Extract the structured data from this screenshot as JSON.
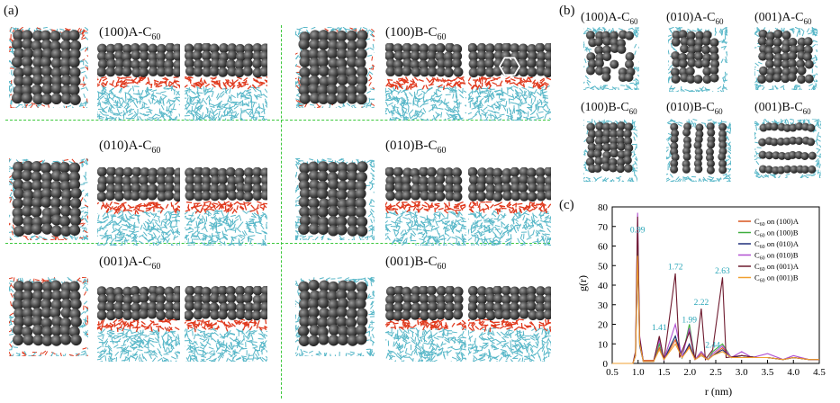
{
  "panels": {
    "a": "(a)",
    "b": "(b)",
    "c": "(c)"
  },
  "panel_a": {
    "labels": [
      {
        "base": "(100)A-C",
        "sub": "60"
      },
      {
        "base": "(100)B-C",
        "sub": "60"
      },
      {
        "base": "(010)A-C",
        "sub": "60"
      },
      {
        "base": "(010)B-C",
        "sub": "60"
      },
      {
        "base": "(001)A-C",
        "sub": "60"
      },
      {
        "base": "(001)B-C",
        "sub": "60"
      }
    ]
  },
  "panel_b": {
    "labels": [
      {
        "base": "(100)A-C",
        "sub": "60"
      },
      {
        "base": "(010)A-C",
        "sub": "60"
      },
      {
        "base": "(001)A-C",
        "sub": "60"
      },
      {
        "base": "(100)B-C",
        "sub": "60"
      },
      {
        "base": "(010)B-C",
        "sub": "60"
      },
      {
        "base": "(001)B-C",
        "sub": "60"
      }
    ]
  },
  "colors": {
    "c60": "#4a4a4a",
    "interface": "#e03a1e",
    "substrate": "#58b7c8",
    "divider": "#3cc83c"
  },
  "chart_data": {
    "type": "line",
    "xlabel": "r (nm)",
    "ylabel": "g(r)",
    "xlim": [
      0.5,
      4.5
    ],
    "ylim": [
      0,
      80
    ],
    "xticks": [
      "0.5",
      "1.0",
      "1.5",
      "2.0",
      "2.5",
      "3.0",
      "3.5",
      "4.0",
      "4.5"
    ],
    "yticks": [
      "0",
      "10",
      "20",
      "30",
      "40",
      "50",
      "60",
      "70",
      "80"
    ],
    "series": [
      {
        "name": "C60 on (100)A",
        "label_base": "C",
        "label_sub": "60",
        "label_rest": " on (100)A",
        "color": "#d9541e",
        "points": [
          [
            0.5,
            0
          ],
          [
            0.9,
            0
          ],
          [
            0.95,
            4
          ],
          [
            0.99,
            58
          ],
          [
            1.03,
            10
          ],
          [
            1.1,
            1.5
          ],
          [
            1.3,
            1.5
          ],
          [
            1.41,
            8
          ],
          [
            1.5,
            2
          ],
          [
            1.72,
            12
          ],
          [
            1.85,
            3
          ],
          [
            1.99,
            9
          ],
          [
            2.1,
            2
          ],
          [
            2.22,
            5
          ],
          [
            2.35,
            2
          ],
          [
            2.44,
            4
          ],
          [
            2.63,
            8
          ],
          [
            2.8,
            3
          ],
          [
            3.0,
            4
          ],
          [
            3.3,
            3
          ],
          [
            3.5,
            3
          ],
          [
            3.8,
            2
          ],
          [
            4.0,
            3
          ],
          [
            4.3,
            2
          ],
          [
            4.5,
            2
          ]
        ]
      },
      {
        "name": "C60 on (100)B",
        "label_base": "C",
        "label_sub": "60",
        "label_rest": " on (100)B",
        "color": "#3fae3f",
        "points": [
          [
            0.5,
            0
          ],
          [
            0.9,
            0
          ],
          [
            0.95,
            5
          ],
          [
            0.99,
            66
          ],
          [
            1.03,
            12
          ],
          [
            1.1,
            1
          ],
          [
            1.3,
            1
          ],
          [
            1.41,
            10
          ],
          [
            1.5,
            2
          ],
          [
            1.72,
            14
          ],
          [
            1.85,
            3
          ],
          [
            1.99,
            20
          ],
          [
            2.1,
            2
          ],
          [
            2.22,
            6
          ],
          [
            2.35,
            2
          ],
          [
            2.44,
            6
          ],
          [
            2.63,
            10
          ],
          [
            2.8,
            3
          ],
          [
            3.0,
            4
          ],
          [
            3.3,
            3
          ],
          [
            3.5,
            3
          ],
          [
            3.8,
            2
          ],
          [
            4.0,
            3
          ],
          [
            4.3,
            2
          ],
          [
            4.5,
            2
          ]
        ]
      },
      {
        "name": "C60 on (010)A",
        "label_base": "C",
        "label_sub": "60",
        "label_rest": " on (010)A",
        "color": "#1f2f7a",
        "points": [
          [
            0.5,
            0
          ],
          [
            0.9,
            0
          ],
          [
            0.95,
            4
          ],
          [
            0.99,
            52
          ],
          [
            1.03,
            9
          ],
          [
            1.1,
            1
          ],
          [
            1.3,
            1
          ],
          [
            1.41,
            13
          ],
          [
            1.5,
            2
          ],
          [
            1.72,
            14
          ],
          [
            1.85,
            3
          ],
          [
            1.99,
            10
          ],
          [
            2.1,
            2
          ],
          [
            2.22,
            4
          ],
          [
            2.35,
            2
          ],
          [
            2.44,
            4
          ],
          [
            2.63,
            7
          ],
          [
            2.8,
            3
          ],
          [
            3.0,
            4
          ],
          [
            3.3,
            3
          ],
          [
            3.5,
            3
          ],
          [
            3.8,
            2
          ],
          [
            4.0,
            3
          ],
          [
            4.3,
            2
          ],
          [
            4.5,
            2
          ]
        ]
      },
      {
        "name": "C60 on (010)B",
        "label_base": "C",
        "label_sub": "60",
        "label_rest": " on (010)B",
        "color": "#b04ed0",
        "points": [
          [
            0.5,
            0
          ],
          [
            0.9,
            0
          ],
          [
            0.95,
            6
          ],
          [
            0.99,
            77
          ],
          [
            1.03,
            14
          ],
          [
            1.1,
            1
          ],
          [
            1.3,
            1
          ],
          [
            1.41,
            12
          ],
          [
            1.5,
            2
          ],
          [
            1.72,
            20
          ],
          [
            1.85,
            3
          ],
          [
            1.99,
            18
          ],
          [
            2.1,
            2
          ],
          [
            2.22,
            6
          ],
          [
            2.35,
            2
          ],
          [
            2.44,
            5
          ],
          [
            2.63,
            9
          ],
          [
            2.8,
            3
          ],
          [
            3.0,
            6
          ],
          [
            3.2,
            3
          ],
          [
            3.5,
            5
          ],
          [
            3.8,
            2
          ],
          [
            4.0,
            4
          ],
          [
            4.3,
            2
          ],
          [
            4.5,
            2
          ]
        ]
      },
      {
        "name": "C60 on (001)A",
        "label_base": "C",
        "label_sub": "60",
        "label_rest": " on (001)A",
        "color": "#6e1a2e",
        "points": [
          [
            0.5,
            0
          ],
          [
            0.9,
            0
          ],
          [
            0.95,
            6
          ],
          [
            0.99,
            75
          ],
          [
            1.03,
            13
          ],
          [
            1.1,
            1
          ],
          [
            1.3,
            1
          ],
          [
            1.41,
            14
          ],
          [
            1.5,
            2
          ],
          [
            1.72,
            46
          ],
          [
            1.8,
            3
          ],
          [
            1.99,
            16
          ],
          [
            2.1,
            2
          ],
          [
            2.22,
            28
          ],
          [
            2.3,
            2
          ],
          [
            2.44,
            7
          ],
          [
            2.63,
            44
          ],
          [
            2.7,
            3
          ],
          [
            3.0,
            4
          ],
          [
            3.3,
            3
          ],
          [
            3.5,
            3
          ],
          [
            3.8,
            2
          ],
          [
            4.0,
            3
          ],
          [
            4.3,
            2
          ],
          [
            4.5,
            2
          ]
        ]
      },
      {
        "name": "C60 on (001)B",
        "label_base": "C",
        "label_sub": "60",
        "label_rest": " on (001)B",
        "color": "#f0a030",
        "points": [
          [
            0.5,
            0
          ],
          [
            0.9,
            0
          ],
          [
            0.95,
            4
          ],
          [
            0.99,
            55
          ],
          [
            1.03,
            10
          ],
          [
            1.1,
            1
          ],
          [
            1.3,
            1
          ],
          [
            1.41,
            7
          ],
          [
            1.5,
            2
          ],
          [
            1.72,
            10
          ],
          [
            1.85,
            3
          ],
          [
            1.99,
            8
          ],
          [
            2.1,
            2
          ],
          [
            2.22,
            4
          ],
          [
            2.35,
            2
          ],
          [
            2.44,
            4
          ],
          [
            2.63,
            6
          ],
          [
            2.8,
            3
          ],
          [
            3.0,
            3
          ],
          [
            3.3,
            3
          ],
          [
            3.5,
            3
          ],
          [
            3.8,
            2
          ],
          [
            4.0,
            3
          ],
          [
            4.3,
            2
          ],
          [
            4.5,
            2
          ]
        ]
      }
    ],
    "annotations": [
      {
        "text": "0.99",
        "x": 0.99,
        "y": 67
      },
      {
        "text": "1.41",
        "x": 1.41,
        "y": 17
      },
      {
        "text": "1.72",
        "x": 1.72,
        "y": 48
      },
      {
        "text": "1.99",
        "x": 1.99,
        "y": 21
      },
      {
        "text": "2.22",
        "x": 2.22,
        "y": 30
      },
      {
        "text": "2.44",
        "x": 2.44,
        "y": 8
      },
      {
        "text": "2.63",
        "x": 2.63,
        "y": 46
      }
    ]
  }
}
